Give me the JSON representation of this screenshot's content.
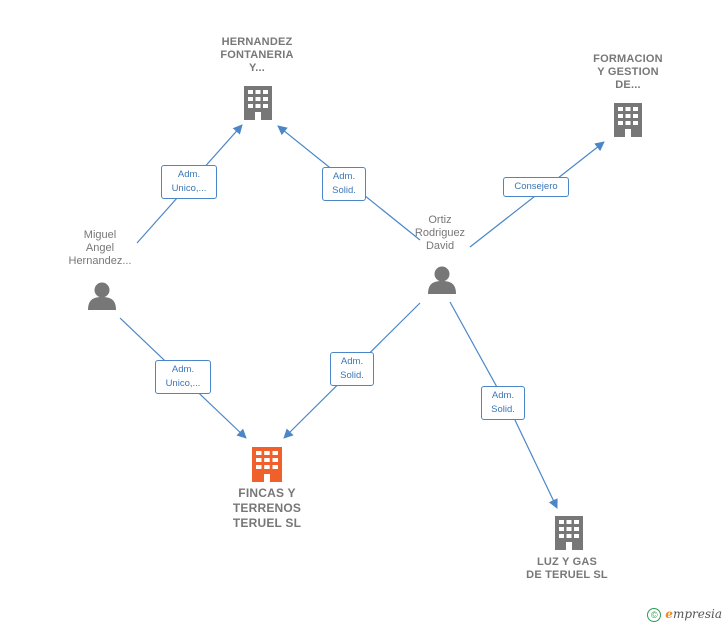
{
  "nodes": {
    "hernandez_fontaneria": {
      "label": "HERNANDEZ\nFONTANERIA\nY..."
    },
    "formacion_gestion": {
      "label": "FORMACION\nY GESTION\nDE..."
    },
    "miguel_angel": {
      "label": "Miguel\nAngel\nHernandez..."
    },
    "ortiz_rodriguez": {
      "label": "Ortiz\nRodriguez\nDavid"
    },
    "fincas_terrenos": {
      "label": "FINCAS Y\nTERRENOS\nTERUEL  SL"
    },
    "luz_gas": {
      "label": "LUZ Y GAS\nDE TERUEL  SL"
    }
  },
  "edges": {
    "miguel_hernandez": {
      "label": "Adm.\nUnico,..."
    },
    "ortiz_hernandez": {
      "label": "Adm.\nSolid."
    },
    "ortiz_formacion": {
      "label": "Consejero"
    },
    "miguel_fincas": {
      "label": "Adm.\nUnico,..."
    },
    "ortiz_fincas": {
      "label": "Adm.\nSolid."
    },
    "ortiz_luz": {
      "label": "Adm.\nSolid."
    }
  },
  "colors": {
    "edge": "#4a86c8",
    "company_icon": "#777777",
    "main_company_icon": "#f0602a",
    "person_icon": "#777777"
  },
  "brand": {
    "copyright_symbol": "©",
    "e_letter": "e",
    "rest": "mpresia"
  }
}
